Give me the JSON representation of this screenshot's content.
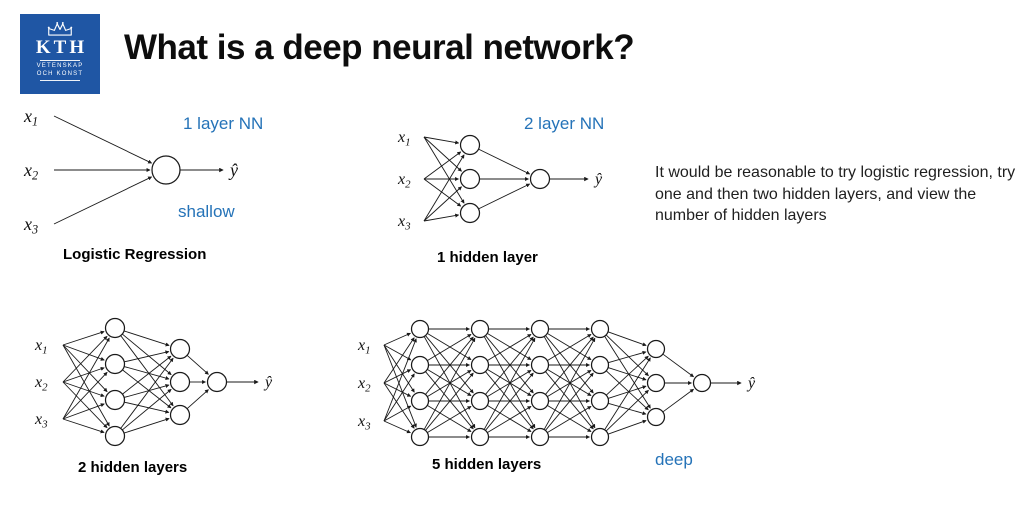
{
  "header": {
    "title": "What is a deep neural network?",
    "logo": {
      "name": "KTH",
      "sub1": "VETENSKAP",
      "sub2": "OCH KONST"
    }
  },
  "note": "It would be reasonable to try logistic regression, try one and then two hidden layers, and view the number of hidden layers",
  "colors": {
    "accent_blue": "#2573b8",
    "logo_blue": "#1f56a4",
    "ink": "#1a1a1a"
  },
  "networks": [
    {
      "id": "logistic-regression",
      "caption": "Logistic Regression",
      "annotations": [
        {
          "text": "1 layer NN"
        },
        {
          "text": "shallow"
        }
      ],
      "inputs": [
        "x1",
        "x2",
        "x3"
      ],
      "layers": [
        1
      ],
      "output_label": "ŷ"
    },
    {
      "id": "one-hidden-layer",
      "caption": "1 hidden layer",
      "annotations": [
        {
          "text": "2 layer NN"
        }
      ],
      "inputs": [
        "x1",
        "x2",
        "x3"
      ],
      "layers": [
        3,
        1
      ],
      "output_label": "ŷ"
    },
    {
      "id": "two-hidden-layers",
      "caption": "2 hidden layers",
      "annotations": [],
      "inputs": [
        "x1",
        "x2",
        "x3"
      ],
      "layers": [
        4,
        3,
        1
      ],
      "output_label": "ŷ"
    },
    {
      "id": "five-hidden-layers",
      "caption": "5 hidden layers",
      "annotations": [
        {
          "text": "deep"
        }
      ],
      "inputs": [
        "x1",
        "x2",
        "x3"
      ],
      "layers": [
        4,
        4,
        4,
        4,
        3,
        1
      ],
      "output_label": "ŷ"
    }
  ]
}
